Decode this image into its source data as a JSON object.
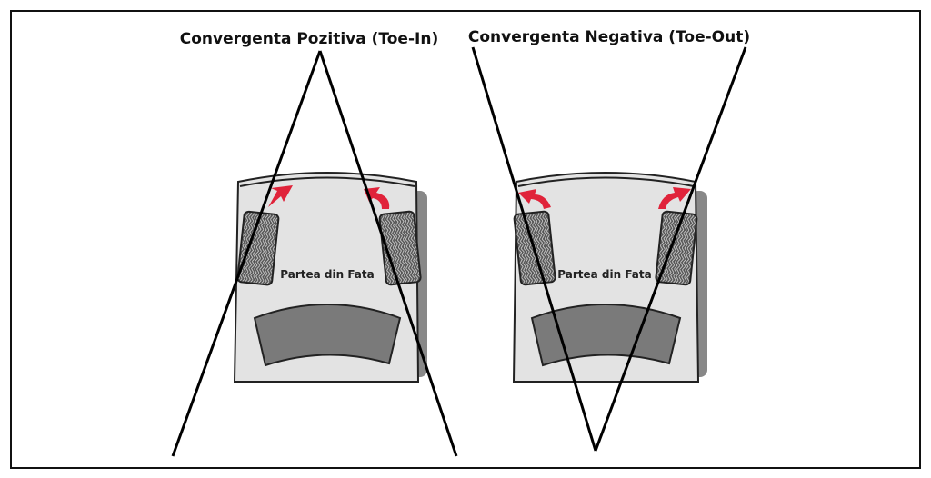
{
  "titles": {
    "toe_in": "Convergenta Pozitiva (Toe-In)",
    "toe_out": "Convergenta Negativa (Toe-Out)"
  },
  "car_label": "Partea din Fata",
  "colors": {
    "arrow": "#e0233a",
    "body": "#e3e3e3",
    "windshield": "#7a7a7a",
    "line": "#000000"
  }
}
